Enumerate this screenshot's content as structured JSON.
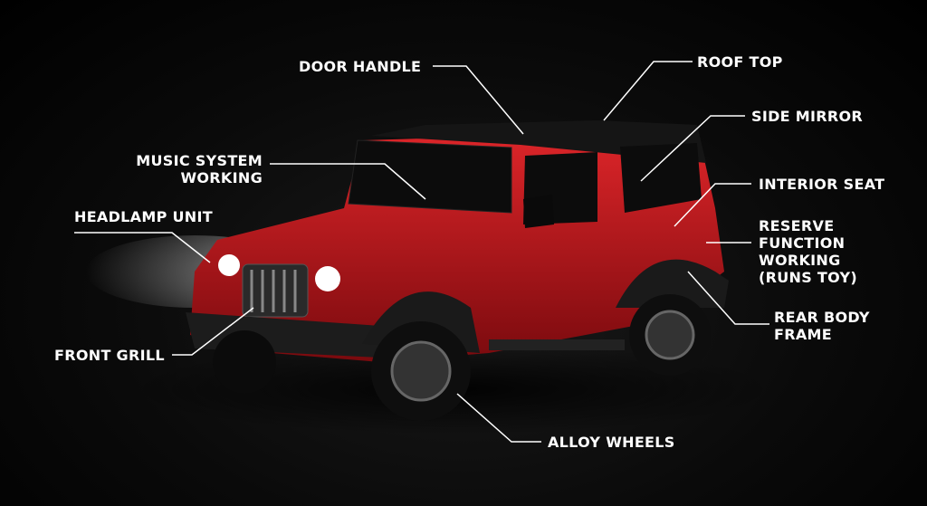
{
  "labels": {
    "door_handle": "DOOR HANDLE",
    "roof_top": "ROOF TOP",
    "side_mirror": "SIDE MIRROR",
    "music_system": [
      "MUSIC SYSTEM",
      "WORKING"
    ],
    "headlamp_unit": "HEADLAMP UNIT",
    "interior_seat": "INTERIOR SEAT",
    "reserve_function": [
      "RESERVE",
      "FUNCTION",
      "WORKING",
      "(RUNS TOY)"
    ],
    "rear_body_frame": [
      "REAR BODY",
      "FRAME"
    ],
    "front_grill": "FRONT GRILL",
    "alloy_wheels": "ALLOY WHEELS"
  },
  "colors": {
    "body": "#c0141a",
    "roof": "#151515",
    "leader": "#ffffff"
  }
}
